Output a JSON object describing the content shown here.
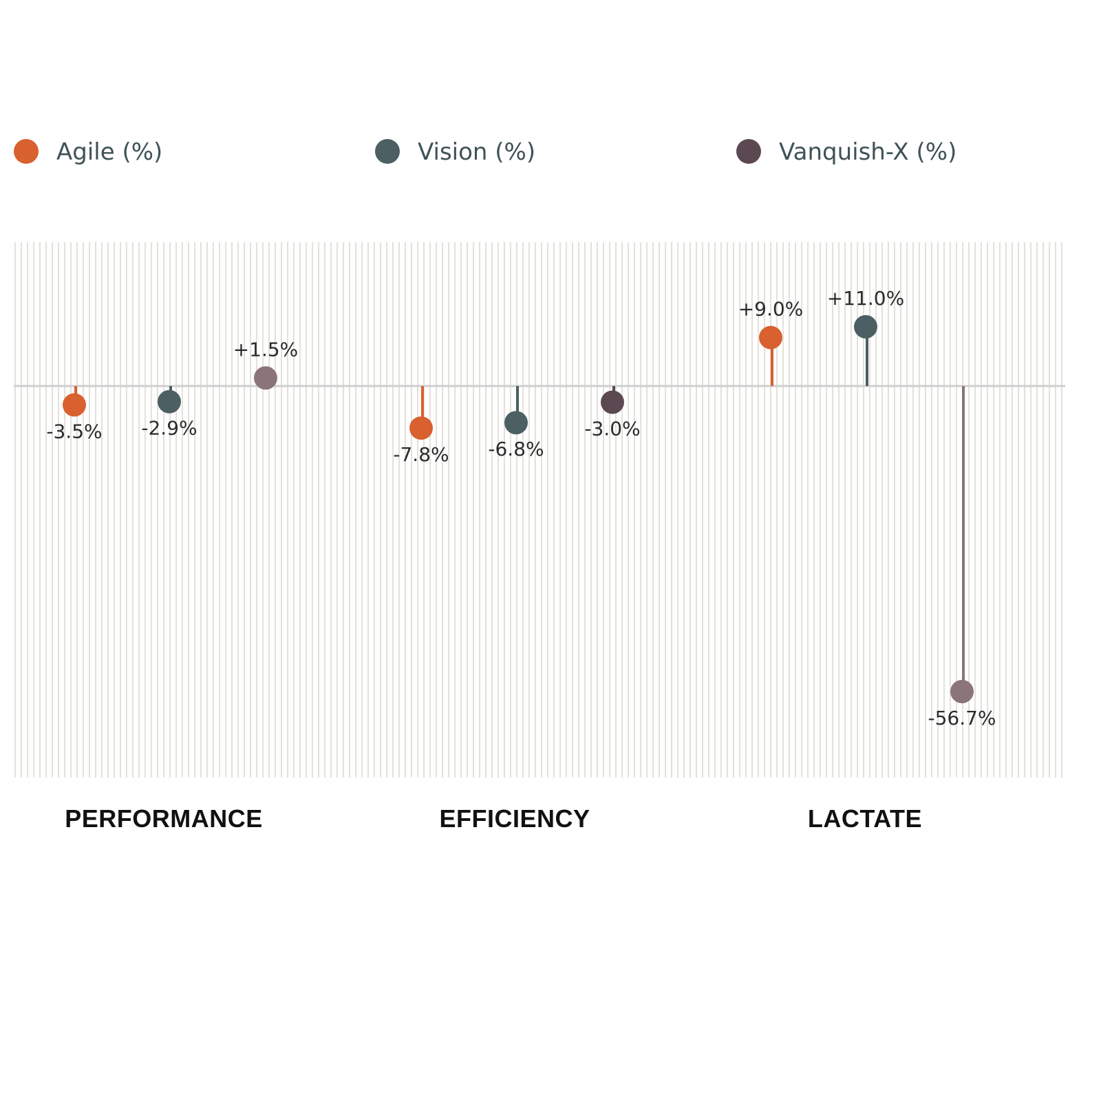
{
  "chart_data": {
    "type": "lollipop",
    "categories": [
      "PERFORMANCE",
      "EFFICIENCY",
      "LACTATE"
    ],
    "series": [
      {
        "name": "Agile (%)",
        "color": "#d9602f",
        "values": [
          -3.5,
          -7.8,
          9.0
        ],
        "labels": [
          "-3.5%",
          "-7.8%",
          "+9.0%"
        ]
      },
      {
        "name": "Vision (%)",
        "color": "#4c5f63",
        "values": [
          -2.9,
          -6.8,
          11.0
        ],
        "labels": [
          "-2.9%",
          "-6.8%",
          "+11.0%"
        ]
      },
      {
        "name": "Vanquish-X (%)",
        "color": "#5b4850",
        "point_colors": [
          "#8b7579",
          "#5b4850",
          "#8b7579"
        ],
        "values": [
          1.5,
          -3.0,
          -56.7
        ],
        "labels": [
          "+1.5%",
          "-3.0%",
          "-56.7%"
        ]
      }
    ],
    "ylim": [
      -60,
      21
    ],
    "legend_position": "top",
    "background": "vertical stripes",
    "stripe_color": "#e3e1d9",
    "zero_line_color": "#cfcfcf"
  }
}
